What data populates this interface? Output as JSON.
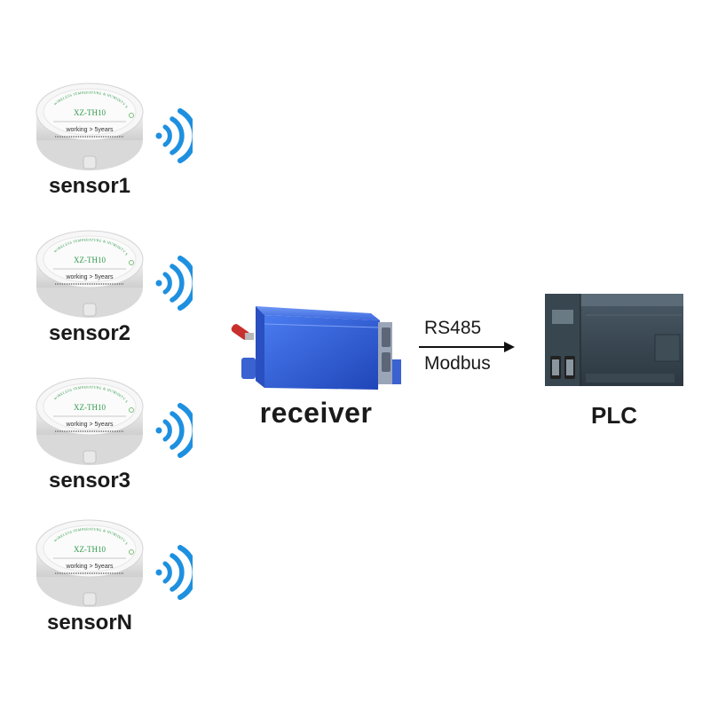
{
  "sensors": [
    {
      "label": "sensor1",
      "model": "XZ-TH10",
      "life": "working > 5years",
      "arc": "WIRELESS TEMPERATURE & HUMIDITY SENSOR"
    },
    {
      "label": "sensor2",
      "model": "XZ-TH10",
      "life": "working > 5years",
      "arc": "WIRELESS TEMPERATURE & HUMIDITY SENSOR"
    },
    {
      "label": "sensor3",
      "model": "XZ-TH10",
      "life": "working > 5years",
      "arc": "WIRELESS TEMPERATURE & HUMIDITY SENSOR"
    },
    {
      "label": "sensorN",
      "model": "XZ-TH10",
      "life": "working > 5years",
      "arc": "WIRELESS TEMPERATURE & HUMIDITY SENSOR"
    }
  ],
  "receiver": {
    "label": "receiver"
  },
  "link": {
    "protocol": "RS485",
    "format": "Modbus"
  },
  "plc": {
    "label": "PLC"
  },
  "colors": {
    "wave": "#1e90e0",
    "receiver": "#2f5fd6",
    "antenna": "#c8302e",
    "plc": "#3b4a55",
    "model_text": "#2e9a4a"
  },
  "icons": {
    "sensor": "round-sensor-icon",
    "signal": "wireless-signal-icon",
    "receiver": "receiver-box-icon",
    "plc": "plc-module-icon",
    "arrow": "arrow-right-icon"
  }
}
